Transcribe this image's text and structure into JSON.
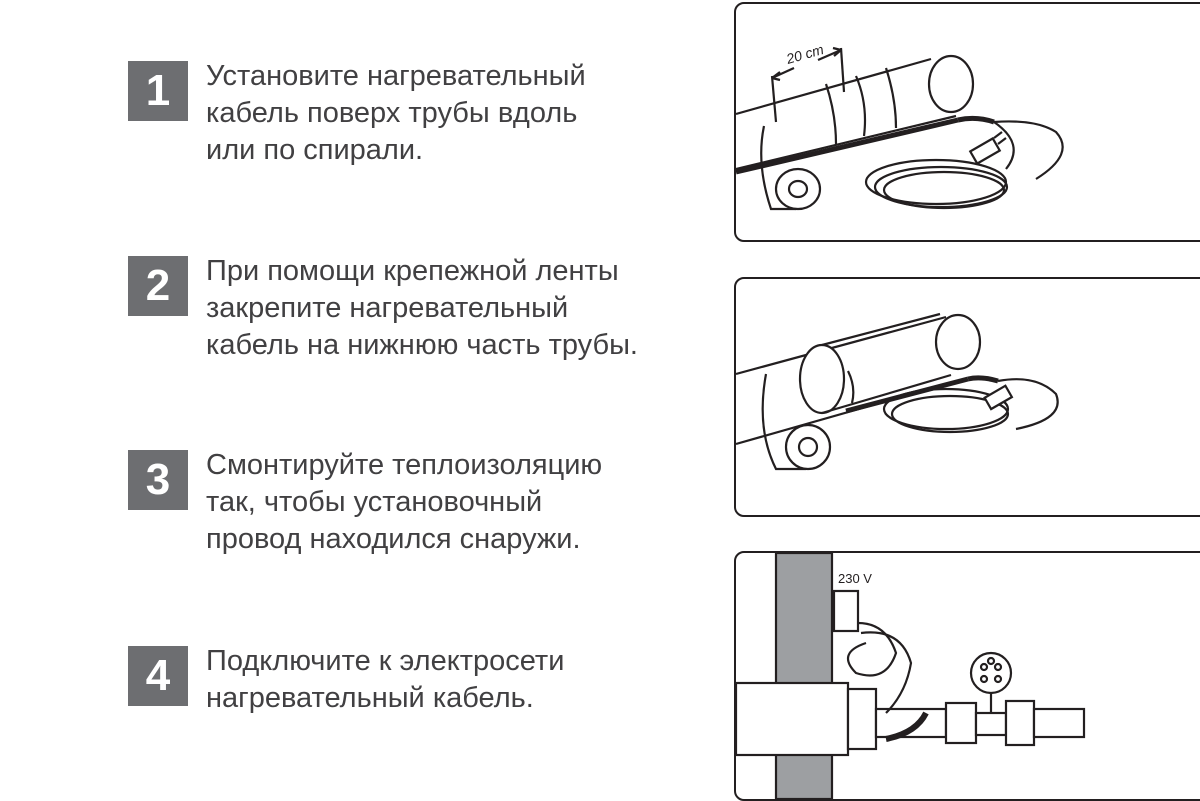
{
  "steps": [
    {
      "number": "1",
      "text": "Установите нагревательный\nкабель поверх трубы вдоль\nили по спирали."
    },
    {
      "number": "2",
      "text": "При помощи крепежной ленты\nзакрепите нагревательный\nкабель на нижнюю часть трубы."
    },
    {
      "number": "3",
      "text": "Смонтируйте теплоизоляцию\nтак, чтобы установочный\nпровод находился снаружи."
    },
    {
      "number": "4",
      "text": "Подключите к электросети\nнагревательный кабель."
    }
  ],
  "panels": {
    "spacing_label": "20 cm",
    "voltage_label": "230 V"
  },
  "colors": {
    "badge": "#6d6e71",
    "text": "#414042",
    "line": "#231f20"
  }
}
